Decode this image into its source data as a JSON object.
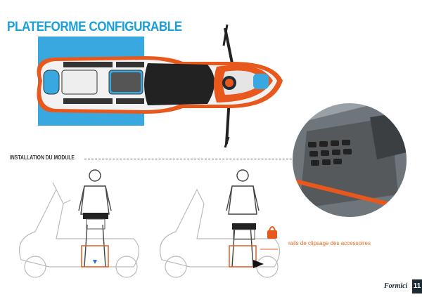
{
  "header": {
    "title": "PLATEFORME CONFIGURABLE"
  },
  "section": {
    "title": "INSTALLATION DU MODULE"
  },
  "callout": {
    "label": "rails de clipsage des accessoires"
  },
  "footer": {
    "brand": "Formici",
    "page_number": "11"
  },
  "colors": {
    "accent": "#1a9fd8",
    "orange": "#e8581c",
    "dark": "#1d2b36"
  }
}
